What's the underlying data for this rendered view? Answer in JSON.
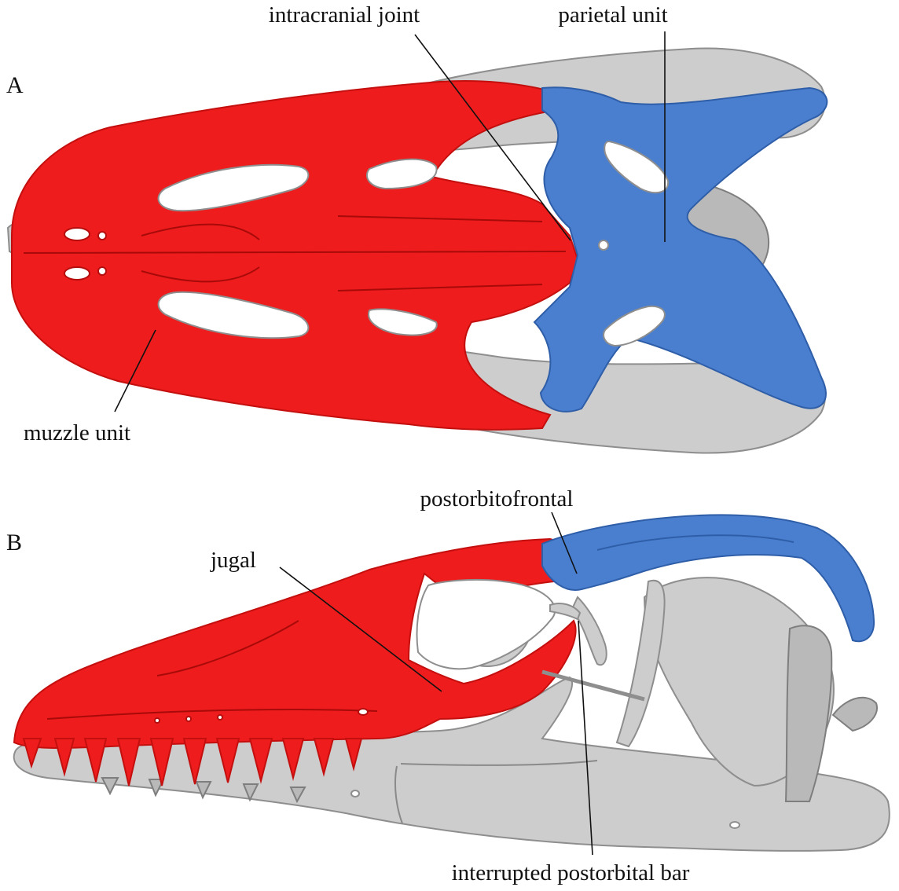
{
  "figure": {
    "panel_a": {
      "letter": "A",
      "labels": {
        "intracranial_joint": "intracranial joint",
        "parietal_unit": "parietal unit",
        "muzzle_unit": "muzzle unit"
      }
    },
    "panel_b": {
      "letter": "B",
      "labels": {
        "postorbitofrontal": "postorbitofrontal",
        "jugal": "jugal",
        "interrupted_postorbital_bar": "interrupted postorbital bar"
      }
    }
  },
  "colors": {
    "muzzle_unit": "#ee1c1c",
    "parietal_unit": "#4a7fd0",
    "other_bone": "#cdcdcd",
    "background": "#ffffff"
  }
}
